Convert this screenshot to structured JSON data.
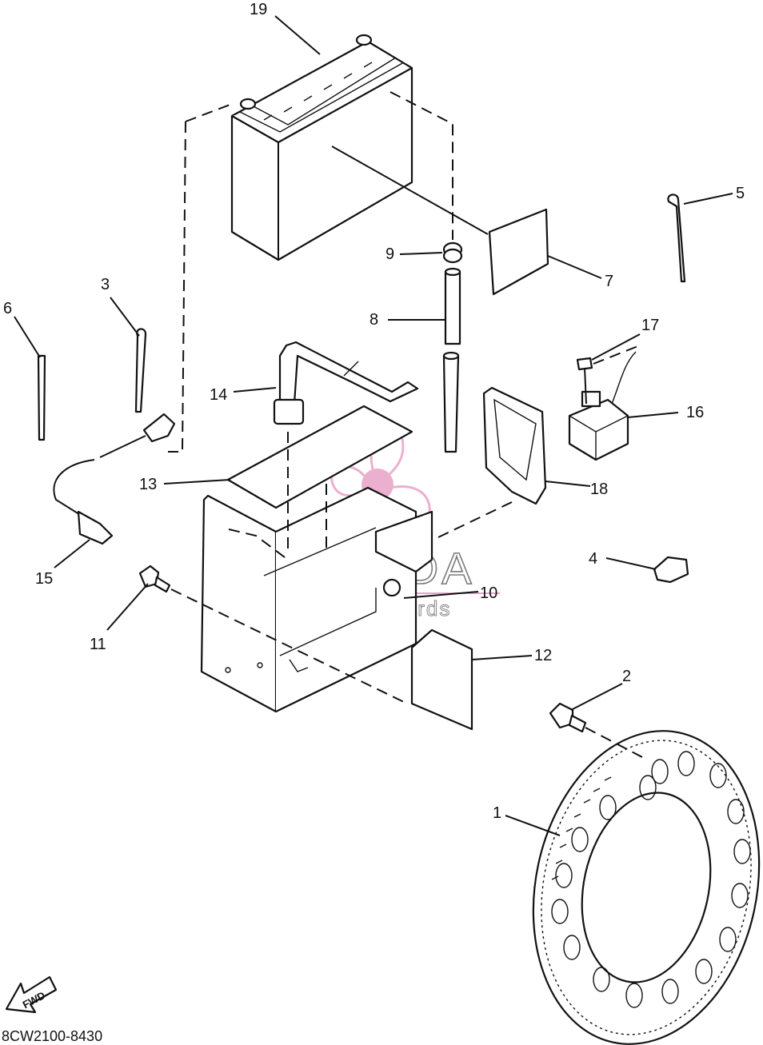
{
  "diagram": {
    "part_code": "8CW2100-8430",
    "fwd_badge": "FWD",
    "watermark": {
      "brand": "ARMADA",
      "tagline": "marine outboards",
      "accent_color": "#e8a3c6"
    },
    "callouts": [
      "1",
      "2",
      "3",
      "4",
      "5",
      "6",
      "7",
      "8",
      "9",
      "10",
      "11",
      "12",
      "13",
      "14",
      "15",
      "16",
      "17",
      "18",
      "19"
    ]
  }
}
